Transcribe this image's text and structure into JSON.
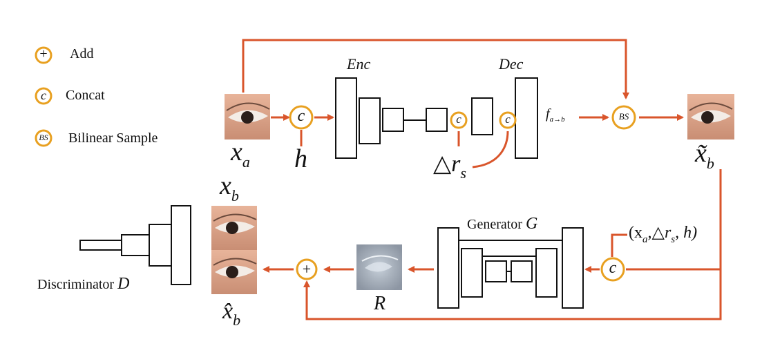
{
  "legend": {
    "items": [
      {
        "symbol": "+",
        "label": "Add"
      },
      {
        "symbol": "c",
        "label": "Concat"
      },
      {
        "symbol": "BS",
        "label": "Bilinear Sample"
      }
    ]
  },
  "labels": {
    "enc": "Enc",
    "dec": "Dec",
    "x_a_main": "x",
    "x_a_sub": "a",
    "h": "h",
    "delta_r": "△r",
    "delta_r_sub": "s",
    "flow_main": "f",
    "flow_sub": "a→b",
    "x_b_tilde_main": "x̃",
    "x_b_tilde_sub": "b",
    "x_b_main": "x",
    "x_b_sub": "b",
    "x_b_hat_main": "x̂",
    "x_b_hat_sub": "b",
    "generator_text": "Generator ",
    "generator_sym": "G",
    "discriminator_text": "Discriminator ",
    "discriminator_sym": "D",
    "residual": "R",
    "gen_input": "(x",
    "gen_input_sub_a": "a",
    "gen_input_mid": ",△r",
    "gen_input_sub_s": "s",
    "gen_input_end": ", h)"
  },
  "operators": {
    "concat": "c",
    "add": "+",
    "bilinear": "BS"
  },
  "colors": {
    "arrow": "#d9552b",
    "circle_ring": "#e8a020",
    "box_stroke": "#111111"
  }
}
